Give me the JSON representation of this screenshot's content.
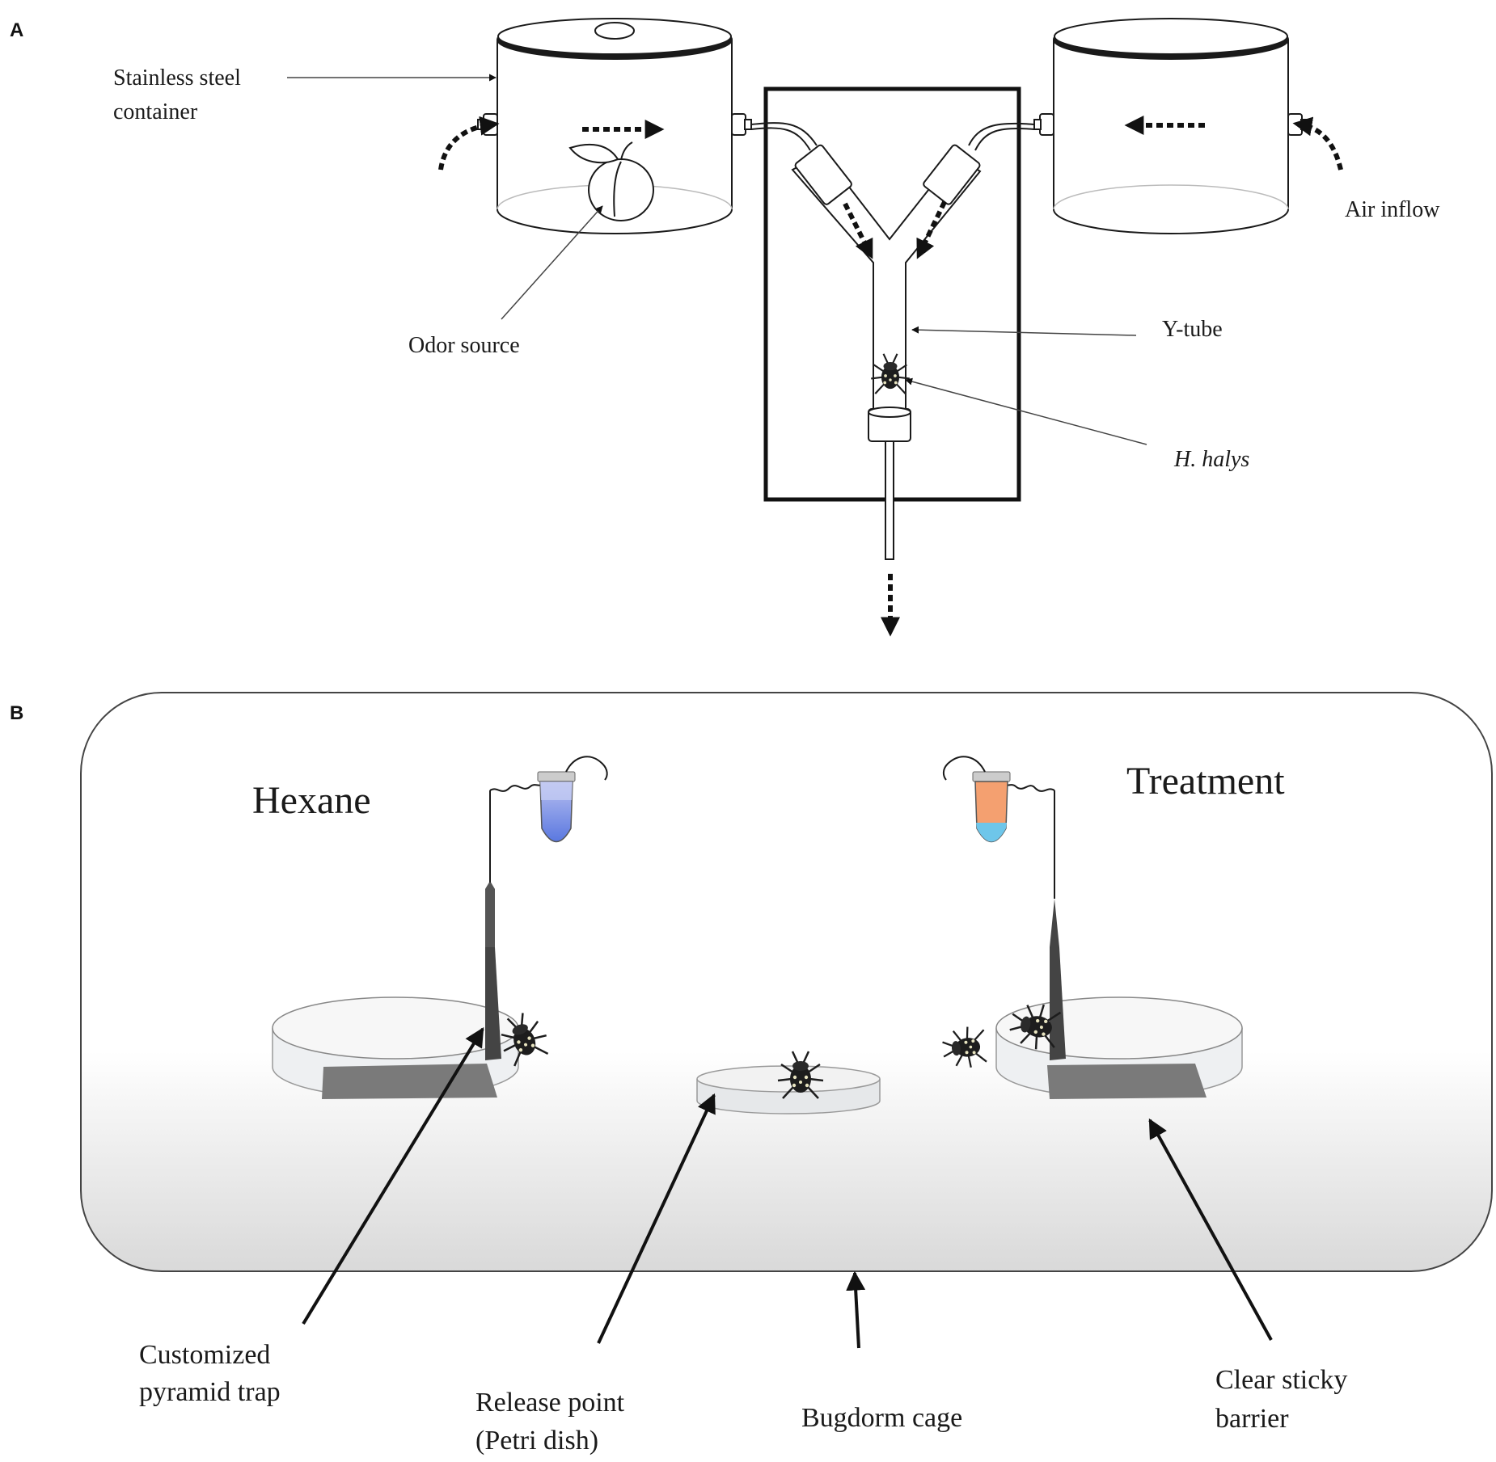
{
  "panels": {
    "a": {
      "label": "A",
      "labels": {
        "container": [
          "Stainless steel",
          "container"
        ],
        "air_inflow": "Air inflow",
        "odor_source": "Odor source",
        "ytube": "Y-tube",
        "insect": "H. halys"
      }
    },
    "b": {
      "label": "B",
      "labels": {
        "hexane": "Hexane",
        "treatment": "Treatment",
        "trap": [
          "Customized",
          "pyramid trap"
        ],
        "release": [
          "Release point",
          "(Petri dish)"
        ],
        "cage": "Bugdorm cage",
        "barrier": [
          "Clear sticky",
          "barrier"
        ]
      }
    }
  },
  "colors": {
    "line": "#1a1a1a",
    "vial_hexane": "#7c8fe0",
    "vial_treatment_top": "#f4a070",
    "vial_treatment_bottom": "#6ec6ea"
  }
}
